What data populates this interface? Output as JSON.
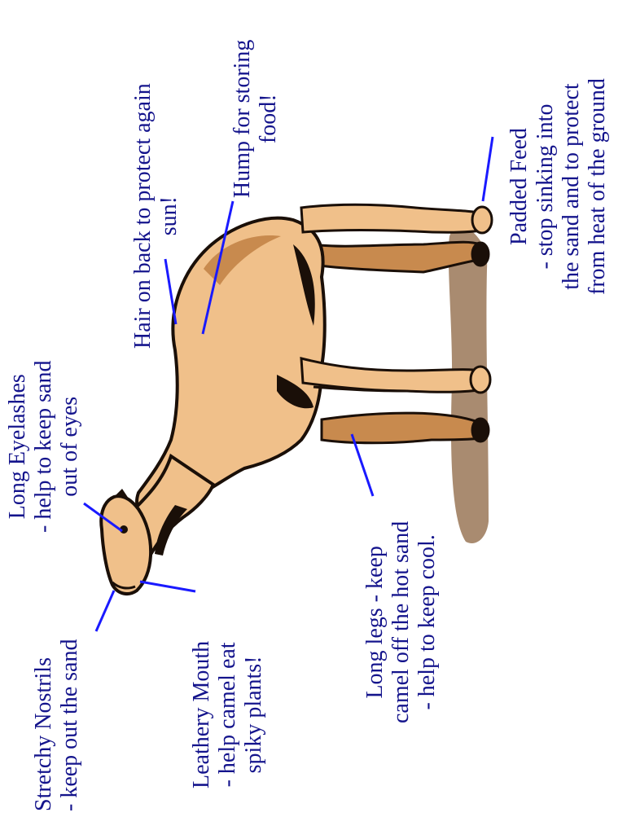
{
  "labels": {
    "nostrils": [
      "Stretchy Nostrils",
      "- keep out the sand"
    ],
    "mouth": [
      "Leathery Mouth",
      "- help camel eat",
      "spiky plants!"
    ],
    "eyelashes": [
      "Long Eyelashes",
      "- help to keep sand",
      "out of eyes"
    ],
    "hair": [
      "Hair on back to protect again",
      "sun!"
    ],
    "hump": [
      "Hump for storing",
      "food!"
    ],
    "legs": [
      "Long legs - keep",
      "camel off the hot sand",
      "- help to keep cool."
    ],
    "feet": [
      "Padded Feed",
      "- stop sinking into",
      "the sand and to protect",
      "from heat of the ground"
    ]
  },
  "colors": {
    "label_text": "#14148c",
    "pointer_line": "#1a1aff",
    "camel_fill": "#f0c08a",
    "camel_shade": "#c88a4e",
    "camel_outline": "#1a0f08",
    "shadow": "#a98b70"
  }
}
